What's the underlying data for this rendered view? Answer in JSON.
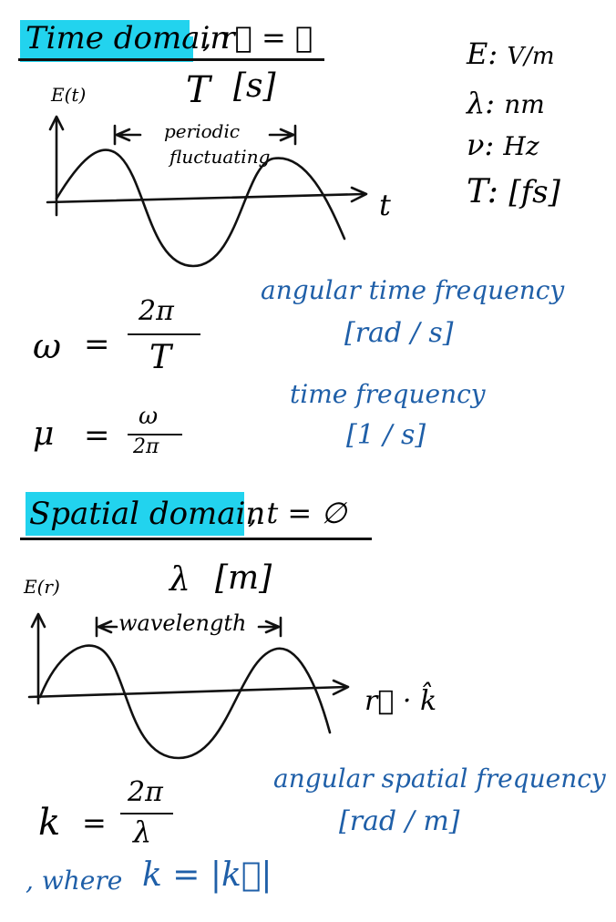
{
  "time_section": {
    "heading": "Time domain",
    "condition": ", r⃗ = ∅",
    "plot_ylabel": "E(t)",
    "period_symbol": "T",
    "period_unit": "[s]",
    "span_note_line1": "periodic",
    "span_note_line2": "fluctuating",
    "plot_xlabel": "t"
  },
  "units": [
    {
      "symbol": "E:",
      "unit": "V/m"
    },
    {
      "symbol": "λ:",
      "unit": "nm"
    },
    {
      "symbol": "ν:",
      "unit": "Hz"
    },
    {
      "symbol": "T:",
      "unit": "[fs]"
    }
  ],
  "omega_eq": {
    "lhs": "ω",
    "equals": "=",
    "numerator": "2π",
    "denominator": "T",
    "label": "angular time frequency",
    "unit": "[rad / s]"
  },
  "mu_eq": {
    "lhs": "μ",
    "equals": "=",
    "numerator": "ω",
    "denominator": "2π",
    "label": "time frequency",
    "unit": "[1 / s]"
  },
  "space_section": {
    "heading": "Spatial domain",
    "condition": ", t = ∅",
    "plot_ylabel": "E(r)",
    "wavelength_symbol": "λ",
    "wavelength_unit": "[m]",
    "span_note": "wavelength",
    "plot_xlabel": "r⃗ · k̂"
  },
  "k_eq": {
    "lhs": "k",
    "equals": "=",
    "numerator": "2π",
    "denominator": "λ",
    "label": "angular spatial frequency",
    "unit": "[rad / m]",
    "where_prefix": ", where",
    "where_eq": "k = |k⃗|"
  }
}
